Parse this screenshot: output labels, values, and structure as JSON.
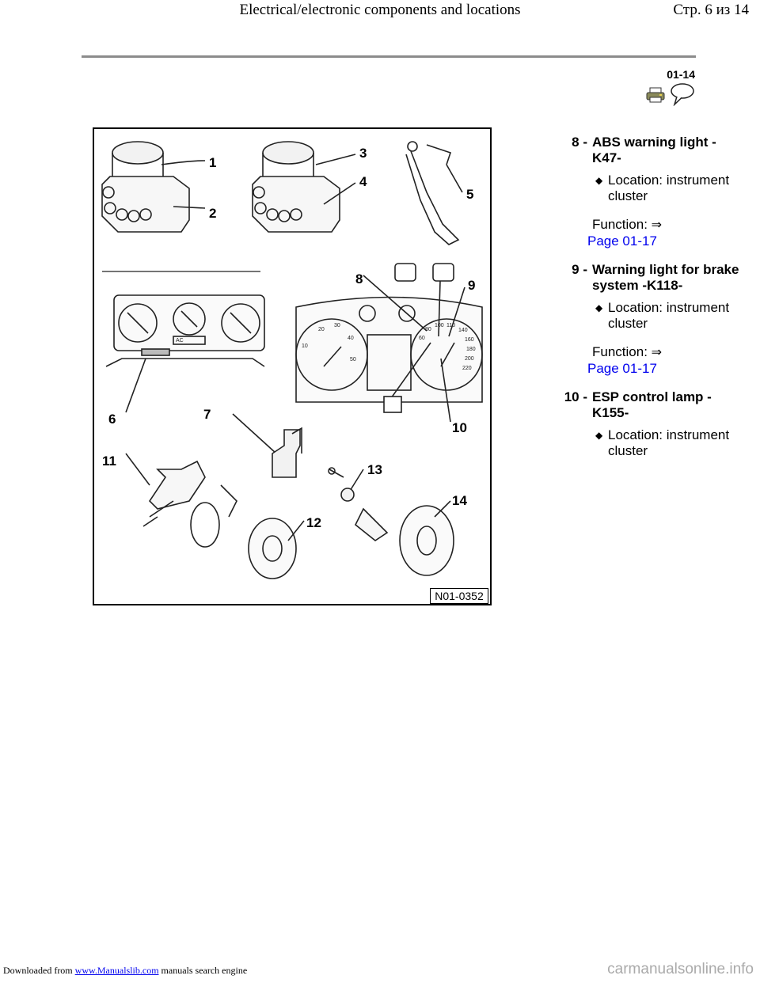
{
  "header": {
    "title": "Electrical/electronic components and locations",
    "page_indicator": "Стр. 6 из 14"
  },
  "page_code": "01-14",
  "icons": {
    "printer": "printer-icon",
    "comment": "speech-bubble-icon"
  },
  "figure": {
    "code": "N01-0352",
    "callouts": [
      "1",
      "2",
      "3",
      "4",
      "5",
      "6",
      "7",
      "8",
      "9",
      "10",
      "11",
      "12",
      "13",
      "14"
    ],
    "gauge_labels": [
      "20",
      "30",
      "40",
      "50",
      "10",
      "100",
      "110",
      "140",
      "160",
      "180",
      "200",
      "220",
      "60",
      "80",
      "AC"
    ]
  },
  "legend": {
    "items": [
      {
        "number": "8 -",
        "title": "ABS warning light -K47-",
        "location": "Location: instrument cluster",
        "function_label": "Function:",
        "function_arrow": "⇒",
        "function_link": "Page 01-17"
      },
      {
        "number": "9 -",
        "title": "Warning light for brake system -K118-",
        "location": "Location: instrument cluster",
        "function_label": "Function:",
        "function_arrow": "⇒",
        "function_link": "Page 01-17"
      },
      {
        "number": "10 -",
        "title": "ESP control lamp -K155-",
        "location": "Location: instrument cluster"
      }
    ]
  },
  "footer": {
    "prefix": "Downloaded from",
    "link": "www.Manualslib.com",
    "suffix": "manuals search engine",
    "watermark": "carmanualsonline.info"
  }
}
